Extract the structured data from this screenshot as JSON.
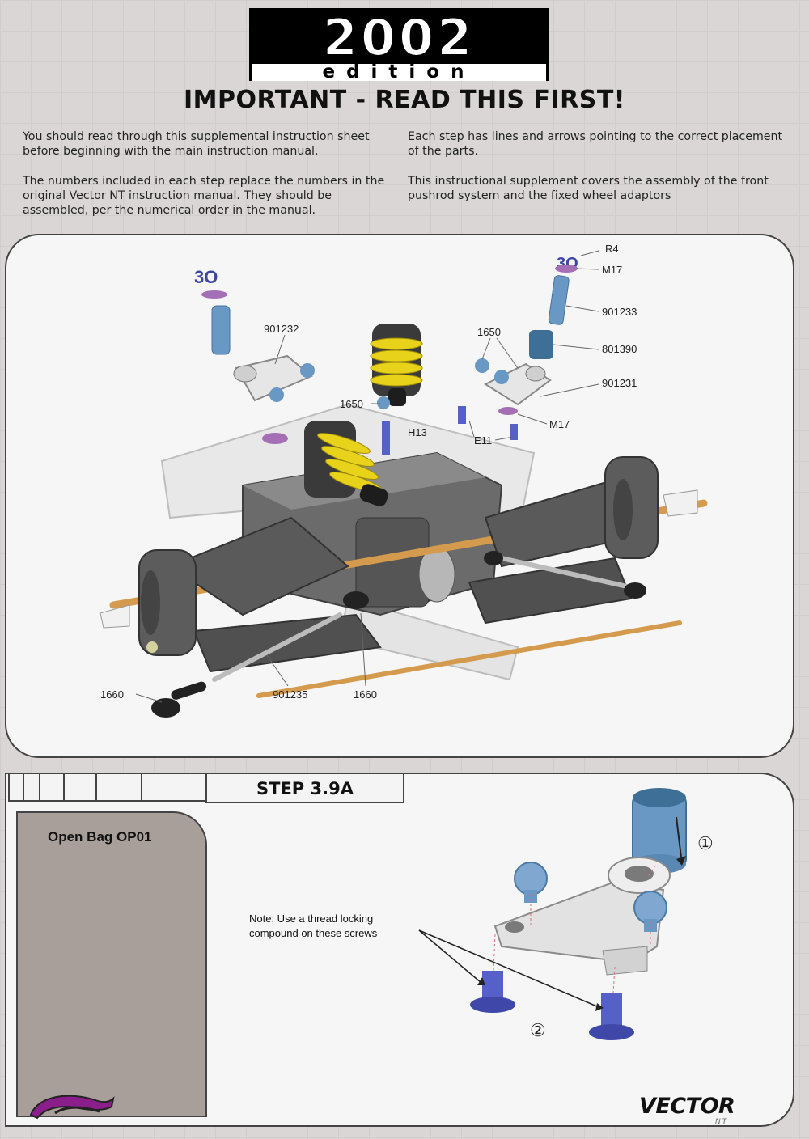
{
  "header": {
    "year": "2002",
    "edition": "edition",
    "headline": "IMPORTANT - READ THIS FIRST!"
  },
  "intro": {
    "left_1": "You should read through this supplemental instruction sheet before beginning with the main instruction manual.",
    "left_2": "The numbers included in each step replace the numbers in the original Vector NT instruction manual. They should be assembled, per the numerical order in the manual.",
    "right_1": "Each step has lines and arrows pointing to the correct placement of the parts.",
    "right_2": "This instructional supplement covers the assembly of the front pushrod system and the fixed wheel adaptors"
  },
  "exploded_view": {
    "labels": {
      "r4": "R4",
      "m17_top": "M17",
      "p901233": "901233",
      "p801390": "801390",
      "p901231": "901231",
      "m17_bottom": "M17",
      "e11": "E11",
      "p1650_right": "1650",
      "p901232": "901232",
      "p1650_center": "1650",
      "h13": "H13",
      "p1660_left": "1660",
      "p901235": "901235",
      "p1660_center": "1660"
    }
  },
  "step": {
    "title": "STEP 3.9A",
    "bag": "Open Bag OP01",
    "note": "Note: Use a thread locking\ncompound on these screws",
    "callout_1": "①",
    "callout_2": "②"
  },
  "footer": {
    "brand": "VECTOR",
    "brand_sub": "NT"
  },
  "colors": {
    "background": "#d9d6d5",
    "panel": "#f6f6f6",
    "bag_box": "#a89f9b",
    "shock_yellow": "#e8d21a",
    "axle_orange": "#d49a4e",
    "screw_blue": "#5560c8",
    "part_blue": "#6a98c4",
    "chassis_grey": "#5a5a5a",
    "logo_purple": "#8a1f8c"
  }
}
